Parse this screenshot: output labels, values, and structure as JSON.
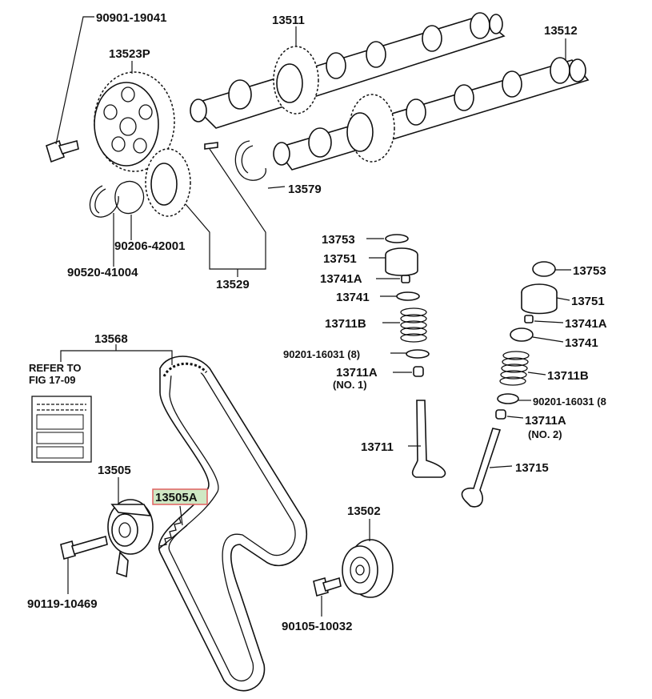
{
  "labels": {
    "p90901": "90901-19041",
    "p13511": "13511",
    "p13512": "13512",
    "p13523P": "13523P",
    "p13579": "13579",
    "p90206": "90206-42001",
    "p90520": "90520-41004",
    "p13529": "13529",
    "p13753a": "13753",
    "p13751a": "13751",
    "p13741Aa": "13741A",
    "p13741a": "13741",
    "p13711Ba": "13711B",
    "p90201a": "90201-16031 (8)",
    "p13711Aa": "13711A",
    "p13711Aa_note": "(NO. 1)",
    "p13711": "13711",
    "p13753b": "13753",
    "p13751b": "13751",
    "p13741Ab": "13741A",
    "p13741b": "13741",
    "p13711Bb": "13711B",
    "p90201b": "90201-16031 (8",
    "p13711Ab": "13711A",
    "p13711Ab_note": "(NO. 2)",
    "p13715": "13715",
    "p13568": "13568",
    "refer1": "REFER TO",
    "refer2": "FIG 17-09",
    "p13505": "13505",
    "p13505A": "13505A",
    "p90119": "90119-10469",
    "p13502": "13502",
    "p90105": "90105-10032"
  },
  "colors": {
    "highlight_fill": "#cfe8c4",
    "highlight_border": "#e06060"
  }
}
